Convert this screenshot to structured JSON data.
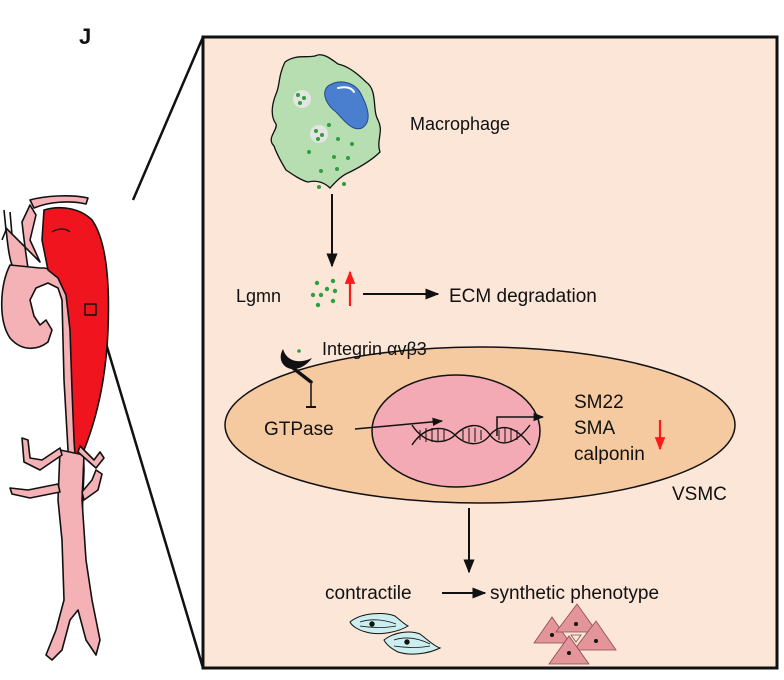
{
  "figure": {
    "panel_letter": "J",
    "colors": {
      "panel_bg": "#fbe6d8",
      "vsmc_fill": "#f6caa0",
      "nucleus_fill": "#f4aab4",
      "macrophage_fill": "#b7deb0",
      "macrophage_nucleus": "#4a7fd0",
      "lgmn_dots": "#2e9e3e",
      "up_down_arrow": "#ff1a1a",
      "aneurysm_red": "#f0141e",
      "aorta_pink": "#f5b2b6",
      "contractile_cell": "#cdeef0",
      "synthetic_cell": "#e3959a"
    }
  },
  "labels": {
    "macrophage": "Macrophage",
    "lgmn": "Lgmn",
    "ecm_degradation": "ECM degradation",
    "integrin": "Integrin αvβ3",
    "gtpase": "GTPase",
    "markers": [
      "SM22",
      "SMA",
      "calponin"
    ],
    "vsmc": "VSMC",
    "contractile": "contractile",
    "synthetic_phenotype": "synthetic phenotype"
  },
  "regulation": {
    "lgmn": "up",
    "markers": "down"
  }
}
